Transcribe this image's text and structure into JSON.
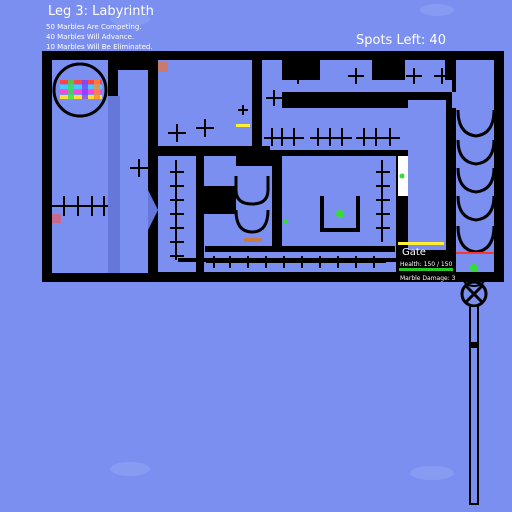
{
  "hud": {
    "leg_title": "Leg 3: Labyrinth",
    "line1": "50 Marbles Are Competing.",
    "line2": "40 Marbles Will Advance.",
    "line3": "10 Marbles Will Be Eliminated.",
    "spots_left": "Spots Left: 40"
  },
  "gate": {
    "label": "Gate",
    "health": "Health: 150 / 150",
    "damage": "Marble Damage: 3",
    "health_fraction": 1.0,
    "health_color": "#22cc22"
  },
  "colors": {
    "background": "#7b8ff0",
    "wall": "#000000",
    "track": "#7b8ff0",
    "chute": "#6b7fe0",
    "marble_green": "#33dd33",
    "gate_bar": "#ffee33",
    "red_line": "#ff3333"
  },
  "icons": [
    "marble-pack-icon",
    "gear-wheel-icon"
  ]
}
